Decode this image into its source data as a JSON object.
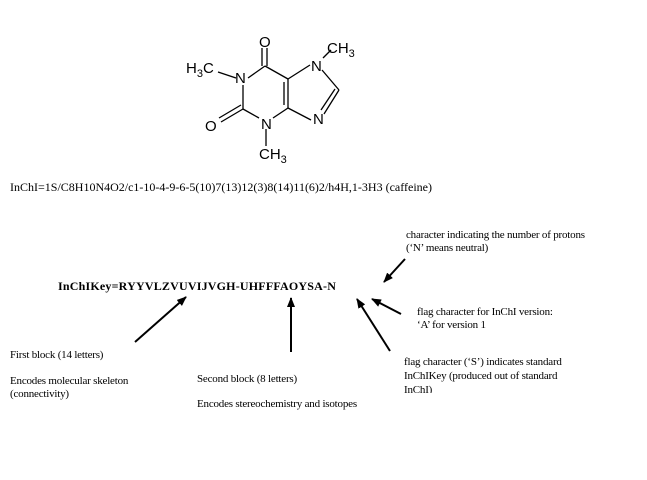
{
  "molecule": {
    "atoms": {
      "o_top": "O",
      "ch3_top_c": "CH",
      "ch3_top_n": "3",
      "h3c_h": "H",
      "h3c_n": "3",
      "h3c_c": "C",
      "n1": "N",
      "n7": "N",
      "n_ring": "N",
      "o_left": "O",
      "n3": "N",
      "ch3_bot_c": "CH",
      "ch3_bot_n": "3"
    }
  },
  "inchi_line": "InChI=1S/C8H10N4O2/c1-10-4-9-6-5(10)7(13)12(3)8(14)11(6)2/h4H,1-3H3 (caffeine)",
  "inchikey_line": "InChIKey=RYYVLZVUVIJVGH-UHFFFAOYSA-N",
  "annotations": {
    "protons": [
      "character indicating the number of protons",
      "(‘N’ means neutral)"
    ],
    "version": [
      "flag character for InChI version:",
      "‘A’ for version 1"
    ],
    "standard": [
      "flag character (‘S’) indicates standard",
      "InChIKey (produced out of standard",
      "InChI)"
    ],
    "first_block_title": "First block (14 letters)",
    "first_block_desc": [
      "Encodes molecular skeleton",
      "(connectivity)"
    ],
    "second_block_title": "Second block (8 letters)",
    "second_block_desc": "Encodes stereochemistry and isotopes"
  }
}
